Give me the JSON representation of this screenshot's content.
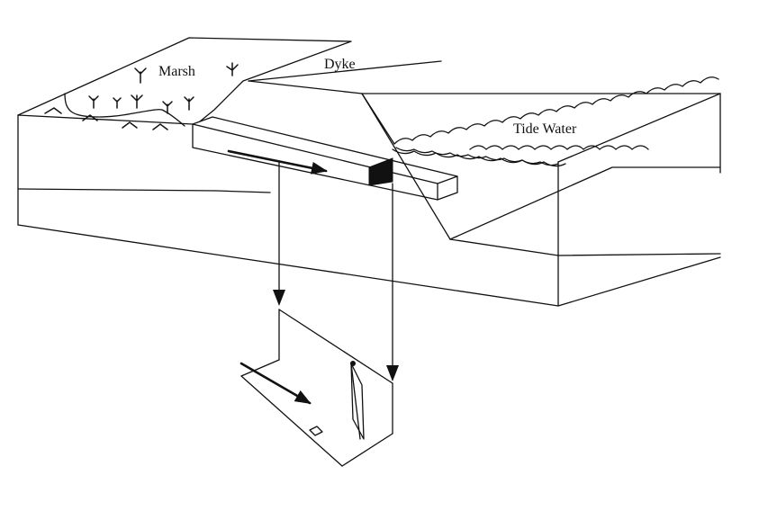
{
  "labels": {
    "marsh": "Marsh",
    "dyke": "Dyke",
    "tide_water": "Tide Water"
  },
  "colors": {
    "line": "#111111",
    "background": "#ffffff"
  }
}
